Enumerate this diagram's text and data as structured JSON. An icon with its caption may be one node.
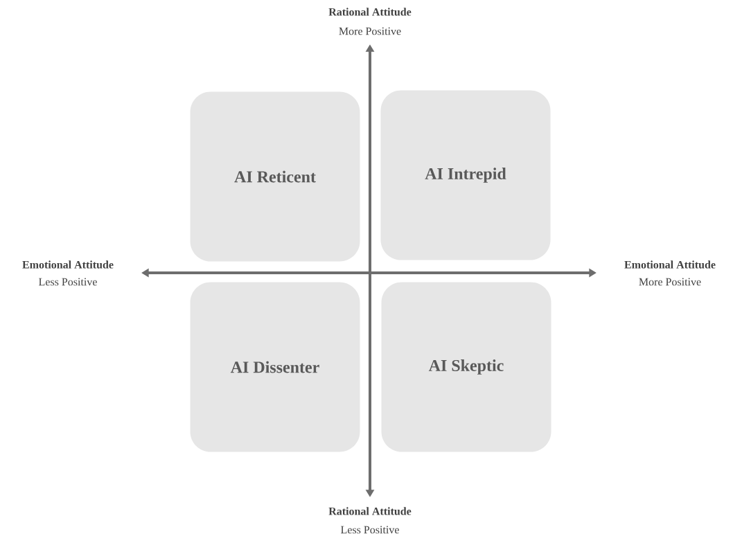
{
  "diagram": {
    "nodes": [
      {
        "text": [
          "AI Reticent"
        ]
      },
      {
        "text": [
          "AI Intrepid"
        ]
      },
      {
        "text": [
          "AI Dissenter"
        ]
      },
      {
        "text": [
          "AI Skeptic"
        ]
      }
    ],
    "edges": [],
    "labels": [
      "Rational Attitude",
      "More Positive",
      "Emotional Attitude",
      "Less Positive",
      "Emotional Attitude",
      "More Positive",
      "Rational Attitude",
      "Less Positive"
    ]
  }
}
